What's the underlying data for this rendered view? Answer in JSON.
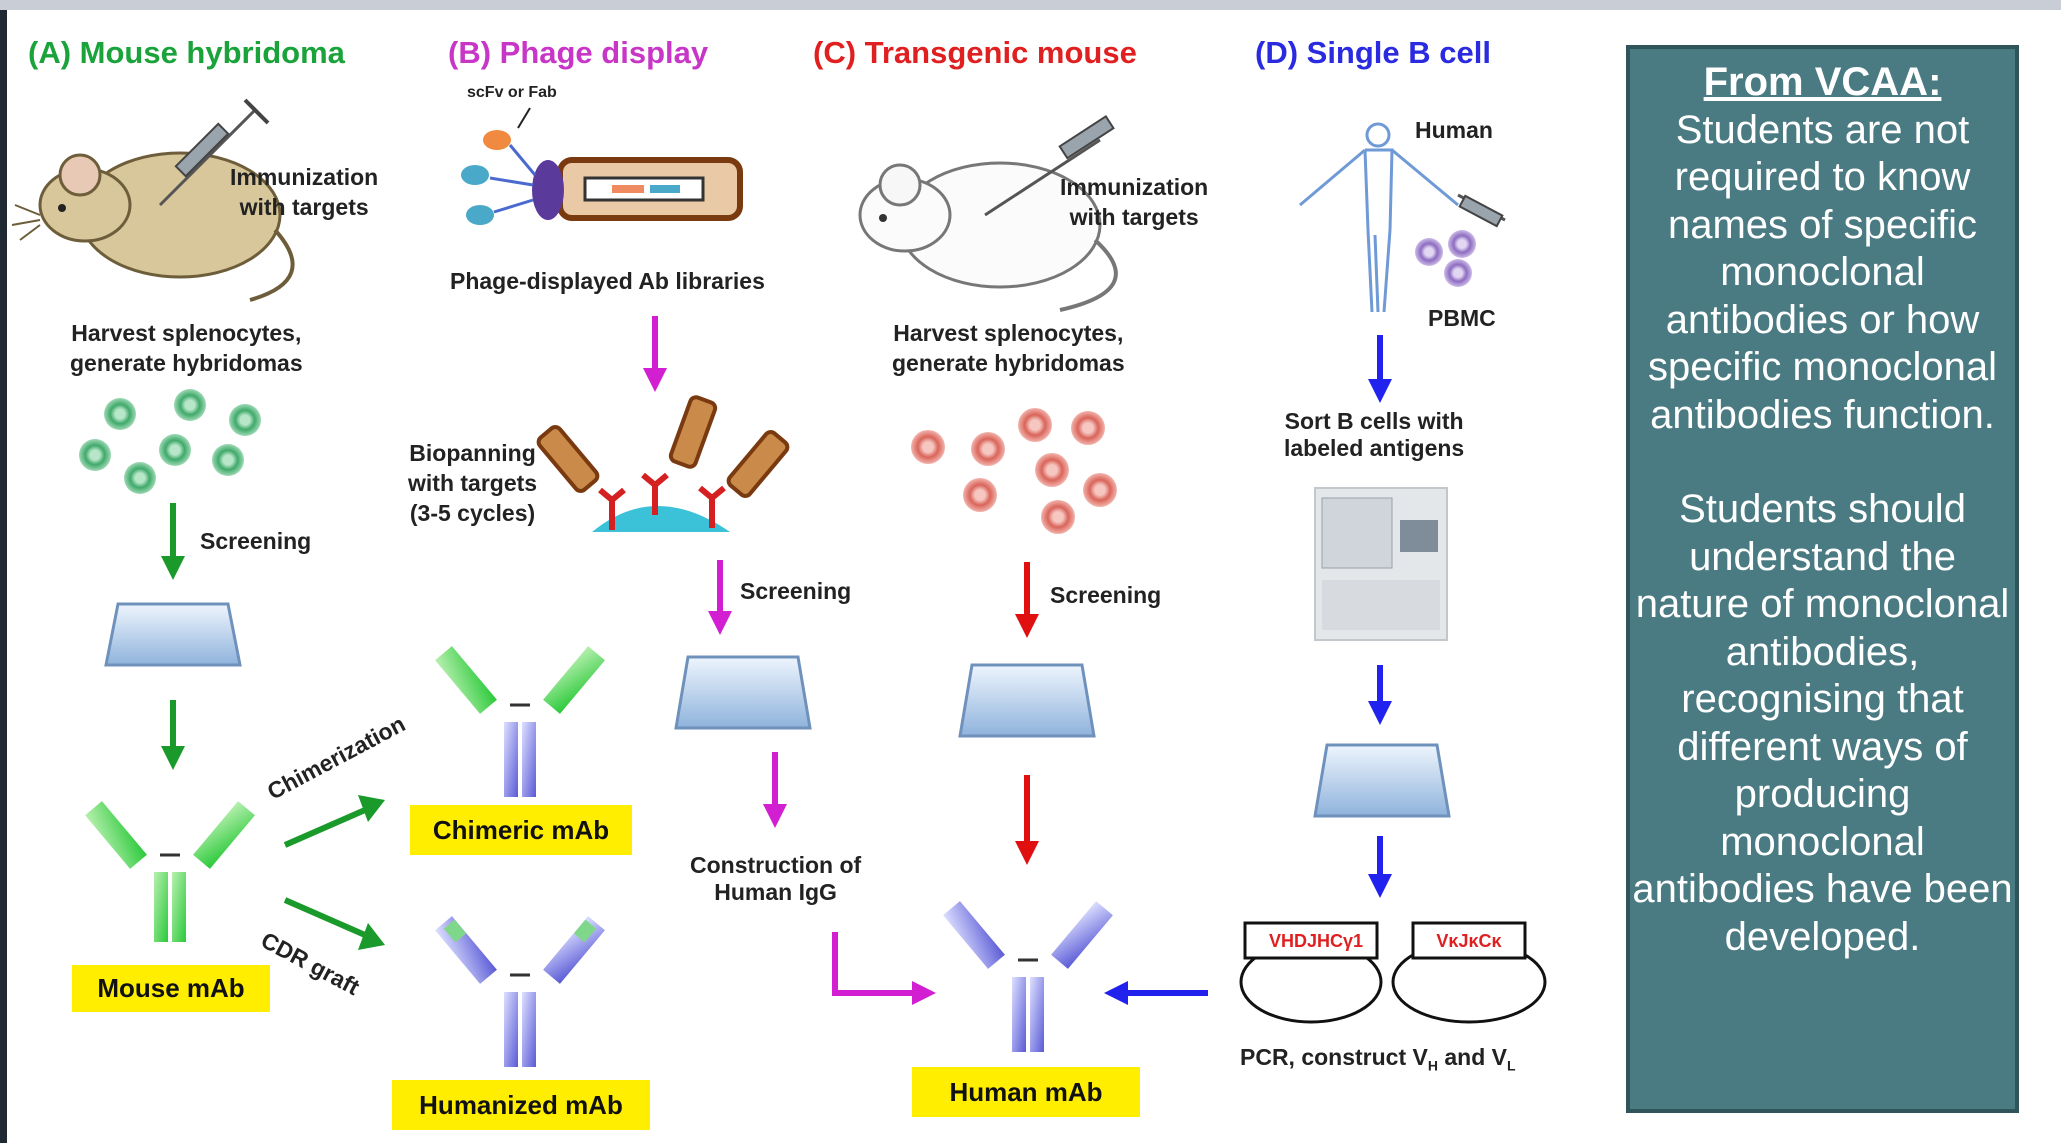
{
  "columns": {
    "a": {
      "title": "(A) Mouse hybridoma",
      "color": "#1aa33a"
    },
    "b": {
      "title": "(B) Phage display",
      "color": "#c736c7"
    },
    "c": {
      "title": "(C) Transgenic mouse",
      "color": "#e02020"
    },
    "d": {
      "title": "(D) Single B cell",
      "color": "#2a2ae0"
    }
  },
  "labels": {
    "a_immunization": "Immunization\nwith targets",
    "a_harvest": "Harvest splenocytes,\ngenerate hybridomas",
    "a_screening": "Screening",
    "chimerization": "Chimerization",
    "cdr_graft": "CDR graft",
    "b_scfv": "scFv or Fab",
    "b_libraries": "Phage-displayed Ab libraries",
    "b_biopanning": "Biopanning\nwith targets\n(3-5 cycles)",
    "b_screening": "Screening",
    "b_construction": "Construction of\nHuman IgG",
    "c_immunization": "Immunization\nwith targets",
    "c_harvest": "Harvest splenocytes,\ngenerate hybridomas",
    "c_screening": "Screening",
    "d_human": "Human",
    "d_pbmc": "PBMC",
    "d_sort": "Sort B cells with\nlabeled antigens",
    "d_pcr": "PCR, construct V",
    "d_pcr_sub1": "H",
    "d_pcr_and": " and V",
    "d_pcr_sub2": "L",
    "d_vh_gene": "VHDJHCγ1",
    "d_vk_gene": "VκJκCκ"
  },
  "products": {
    "mouse_mab": "Mouse mAb",
    "chimeric_mab": "Chimeric mAb",
    "humanized_mab": "Humanized mAb",
    "human_mab": "Human mAb"
  },
  "panel": {
    "title": "From VCAA:",
    "para1": "Students are not required to know names of specific monoclonal antibodies or how specific monoclonal antibodies function.",
    "para2": "Students should understand the nature of monoclonal antibodies, recognising that different ways of producing monoclonal antibodies have been developed."
  }
}
